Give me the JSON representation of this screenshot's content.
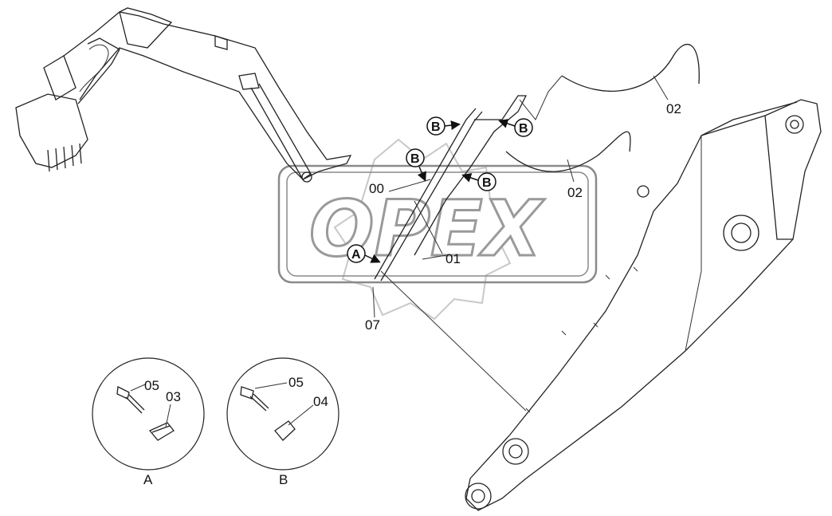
{
  "watermark": {
    "text": "OPEX"
  },
  "part_labels": {
    "p00": "00",
    "p01": "01",
    "p02_top": "02",
    "p02_mid": "02",
    "p07": "07",
    "detailA_05": "05",
    "detailA_03": "03",
    "detailB_05": "05",
    "detailB_04": "04"
  },
  "callouts": {
    "b1": "B",
    "b2": "B",
    "b3": "B",
    "b4": "B",
    "a1": "A"
  },
  "details": {
    "a": "A",
    "b": "B"
  },
  "colors": {
    "line": "#222222",
    "watermark_outline": "#9a9a9a",
    "gear": "#c8c8c8"
  }
}
